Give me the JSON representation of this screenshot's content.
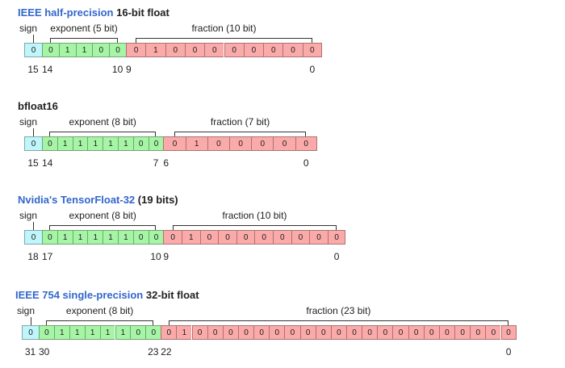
{
  "colors": {
    "sign": "#bff6fb",
    "exponent": "#a6f5a6",
    "fraction": "#fbaaaa"
  },
  "formats": [
    {
      "name": "half",
      "title_link": "IEEE half-precision",
      "title_text": "16-bit float",
      "sign_label": "sign",
      "exponent_label": "exponent (5 bit)",
      "fraction_label": "fraction (10 bit)",
      "sign_bits": [
        "0"
      ],
      "exponent_bits": [
        "0",
        "1",
        "1",
        "0",
        "0"
      ],
      "fraction_bits": [
        "0",
        "1",
        "0",
        "0",
        "0",
        "0",
        "0",
        "0",
        "0",
        "0"
      ],
      "index_labels": [
        "15",
        "14",
        "10",
        "9",
        "0"
      ]
    },
    {
      "name": "bfloat16",
      "title_link": "",
      "title_text": "bfloat16",
      "sign_label": "sign",
      "exponent_label": "exponent (8 bit)",
      "fraction_label": "fraction (7 bit)",
      "sign_bits": [
        "0"
      ],
      "exponent_bits": [
        "0",
        "1",
        "1",
        "1",
        "1",
        "1",
        "0",
        "0"
      ],
      "fraction_bits": [
        "0",
        "1",
        "0",
        "0",
        "0",
        "0",
        "0"
      ],
      "index_labels": [
        "15",
        "14",
        "7",
        "6",
        "0"
      ]
    },
    {
      "name": "tf32",
      "title_link": "Nvidia's TensorFloat-32",
      "title_text": "(19 bits)",
      "sign_label": "sign",
      "exponent_label": "exponent (8 bit)",
      "fraction_label": "fraction (10 bit)",
      "sign_bits": [
        "0"
      ],
      "exponent_bits": [
        "0",
        "1",
        "1",
        "1",
        "1",
        "1",
        "0",
        "0"
      ],
      "fraction_bits": [
        "0",
        "1",
        "0",
        "0",
        "0",
        "0",
        "0",
        "0",
        "0",
        "0"
      ],
      "index_labels": [
        "18",
        "17",
        "10",
        "9",
        "0"
      ]
    },
    {
      "name": "single",
      "title_link": "IEEE 754 single-precision",
      "title_text": "32-bit float",
      "sign_label": "sign",
      "exponent_label": "exponent (8 bit)",
      "fraction_label": "fraction (23 bit)",
      "sign_bits": [
        "0"
      ],
      "exponent_bits": [
        "0",
        "1",
        "1",
        "1",
        "1",
        "1",
        "0",
        "0"
      ],
      "fraction_bits": [
        "0",
        "1",
        "0",
        "0",
        "0",
        "0",
        "0",
        "0",
        "0",
        "0",
        "0",
        "0",
        "0",
        "0",
        "0",
        "0",
        "0",
        "0",
        "0",
        "0",
        "0",
        "0",
        "0"
      ],
      "index_labels": [
        "31",
        "30",
        "23",
        "22",
        "0"
      ]
    }
  ]
}
